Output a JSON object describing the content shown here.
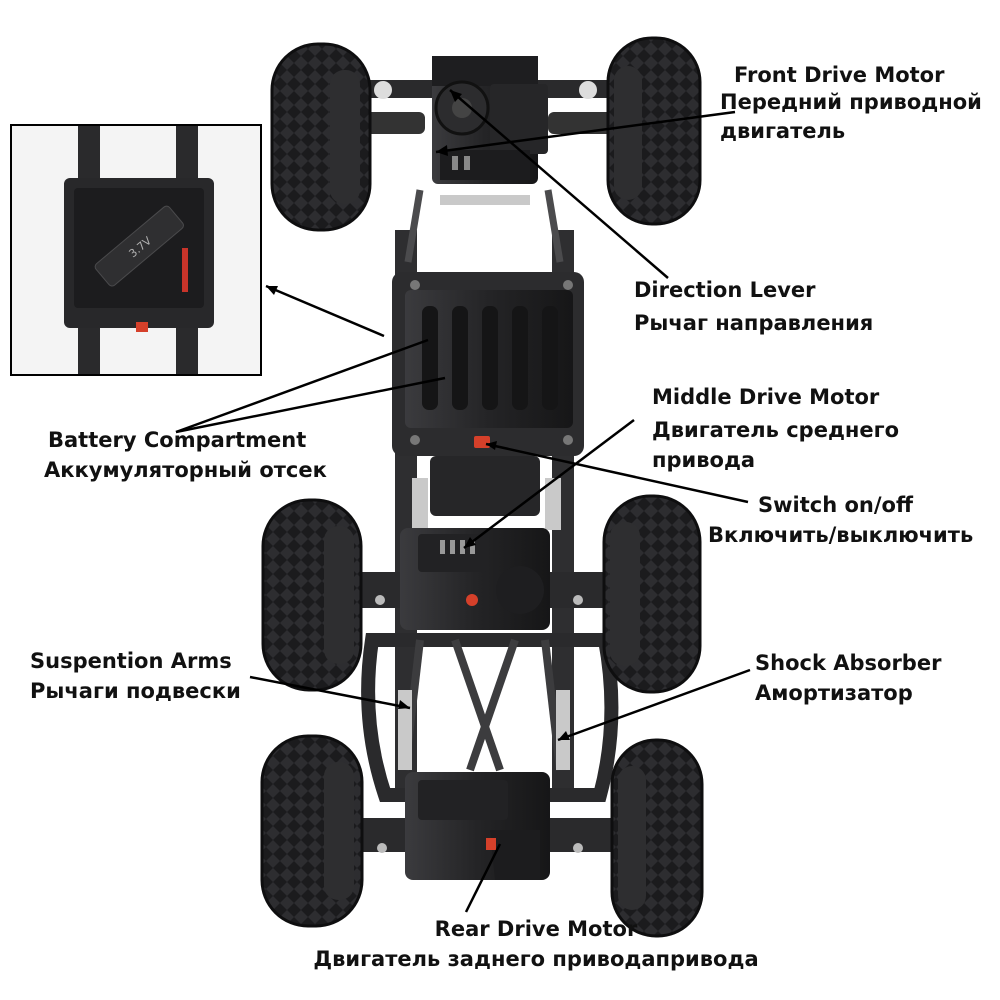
{
  "title": "",
  "labels": {
    "front_drive_motor": {
      "en": "Front Drive Motor",
      "ru": "Передний приводной двигатель"
    },
    "direction_lever": {
      "en": "Direction Lever",
      "ru": "Рычаг направления"
    },
    "middle_drive_motor": {
      "en": "Middle Drive Motor",
      "ru": "Двигатель среднего привода"
    },
    "switch": {
      "en": "Switch on/off",
      "ru": "Включить/выключить"
    },
    "battery_compartment": {
      "en": "Battery Compartment",
      "ru": "Аккумуляторный отсек"
    },
    "suspension_arms": {
      "en": "Suspention Arms",
      "ru": "Рычаги подвески"
    },
    "shock_absorber": {
      "en": "Shock Absorber",
      "ru": "Амортизатор"
    },
    "rear_drive_motor": {
      "en": "Rear Drive Motor",
      "ru": "Двигатель заднего приводапривода"
    }
  },
  "inset": {
    "battery_marking": "3.7V"
  },
  "colors": {
    "body": "#2a2a2c",
    "tire": "#1b1b1d",
    "frame": "#3a3a3c",
    "switch": "#d5402a",
    "callout_line": "#000000"
  }
}
